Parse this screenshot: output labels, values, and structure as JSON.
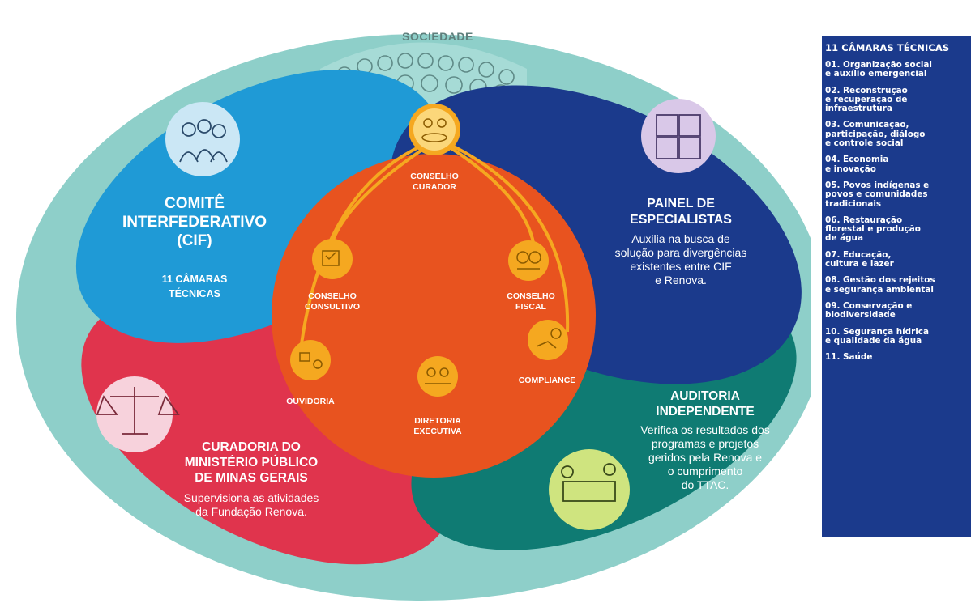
{
  "society": {
    "label": "SOCIEDADE"
  },
  "cif": {
    "title_line1": "COMITÊ",
    "title_line2": "INTERFEDERATIVO",
    "title_line3": "(CIF)",
    "sub_line1": "11 CÂMARAS",
    "sub_line2": "TÉCNICAS"
  },
  "painel": {
    "title_line1": "PAINEL DE",
    "title_line2": "ESPECIALISTAS",
    "desc_line1": "Auxilia na busca de",
    "desc_line2": "solução para divergências",
    "desc_line3": "existentes entre CIF",
    "desc_line4": "e Renova."
  },
  "curadoria": {
    "title_line1": "CURADORIA DO",
    "title_line2": "MINISTÉRIO PÚBLICO",
    "title_line3": "DE MINAS GERAIS",
    "desc_line1": "Supervisiona as atividades",
    "desc_line2": "da Fundação Renova."
  },
  "auditoria": {
    "title_line1": "AUDITORIA",
    "title_line2": "INDEPENDENTE",
    "desc_line1": "Verifica os resultados dos",
    "desc_line2": "programas e projetos",
    "desc_line3": "geridos pela Renova e",
    "desc_line4": "o cumprimento",
    "desc_line5": "do TTAC."
  },
  "renova": {
    "curador_line1": "CONSELHO",
    "curador_line2": "CURADOR",
    "consultivo_line1": "CONSELHO",
    "consultivo_line2": "CONSULTIVO",
    "fiscal_line1": "CONSELHO",
    "fiscal_line2": "FISCAL",
    "compliance": "COMPLIANCE",
    "ouvidoria": "OUVIDORIA",
    "diretoria_line1": "DIRETORIA",
    "diretoria_line2": "EXECUTIVA"
  },
  "camaras": {
    "title": "11 CÂMARAS TÉCNICAS",
    "items": [
      "01. Organização social\ne auxílio emergencial",
      "02. Reconstrução\ne recuperação de\ninfraestrutura",
      "03. Comunicação,\nparticipação, diálogo\ne controle social",
      "04. Economia\ne inovação",
      "05. Povos indígenas e\npovos e comunidades\ntradicionais",
      "06. Restauração\nflorestal e produção\nde água",
      "07. Educação,\ncultura e lazer",
      "08. Gestão dos rejeitos\ne segurança ambiental",
      "09. Conservação e\nbiodiversidade",
      "10. Segurança hídrica\ne qualidade da água",
      "11. Saúde"
    ]
  },
  "colors": {
    "outer": "#8ecfc9",
    "cif": "#1f9ad6",
    "painel": "#1b3a8c",
    "curadoria": "#e0344d",
    "auditoria": "#0f7b73",
    "renova": "#e8531f",
    "accent": "#f5a820"
  }
}
